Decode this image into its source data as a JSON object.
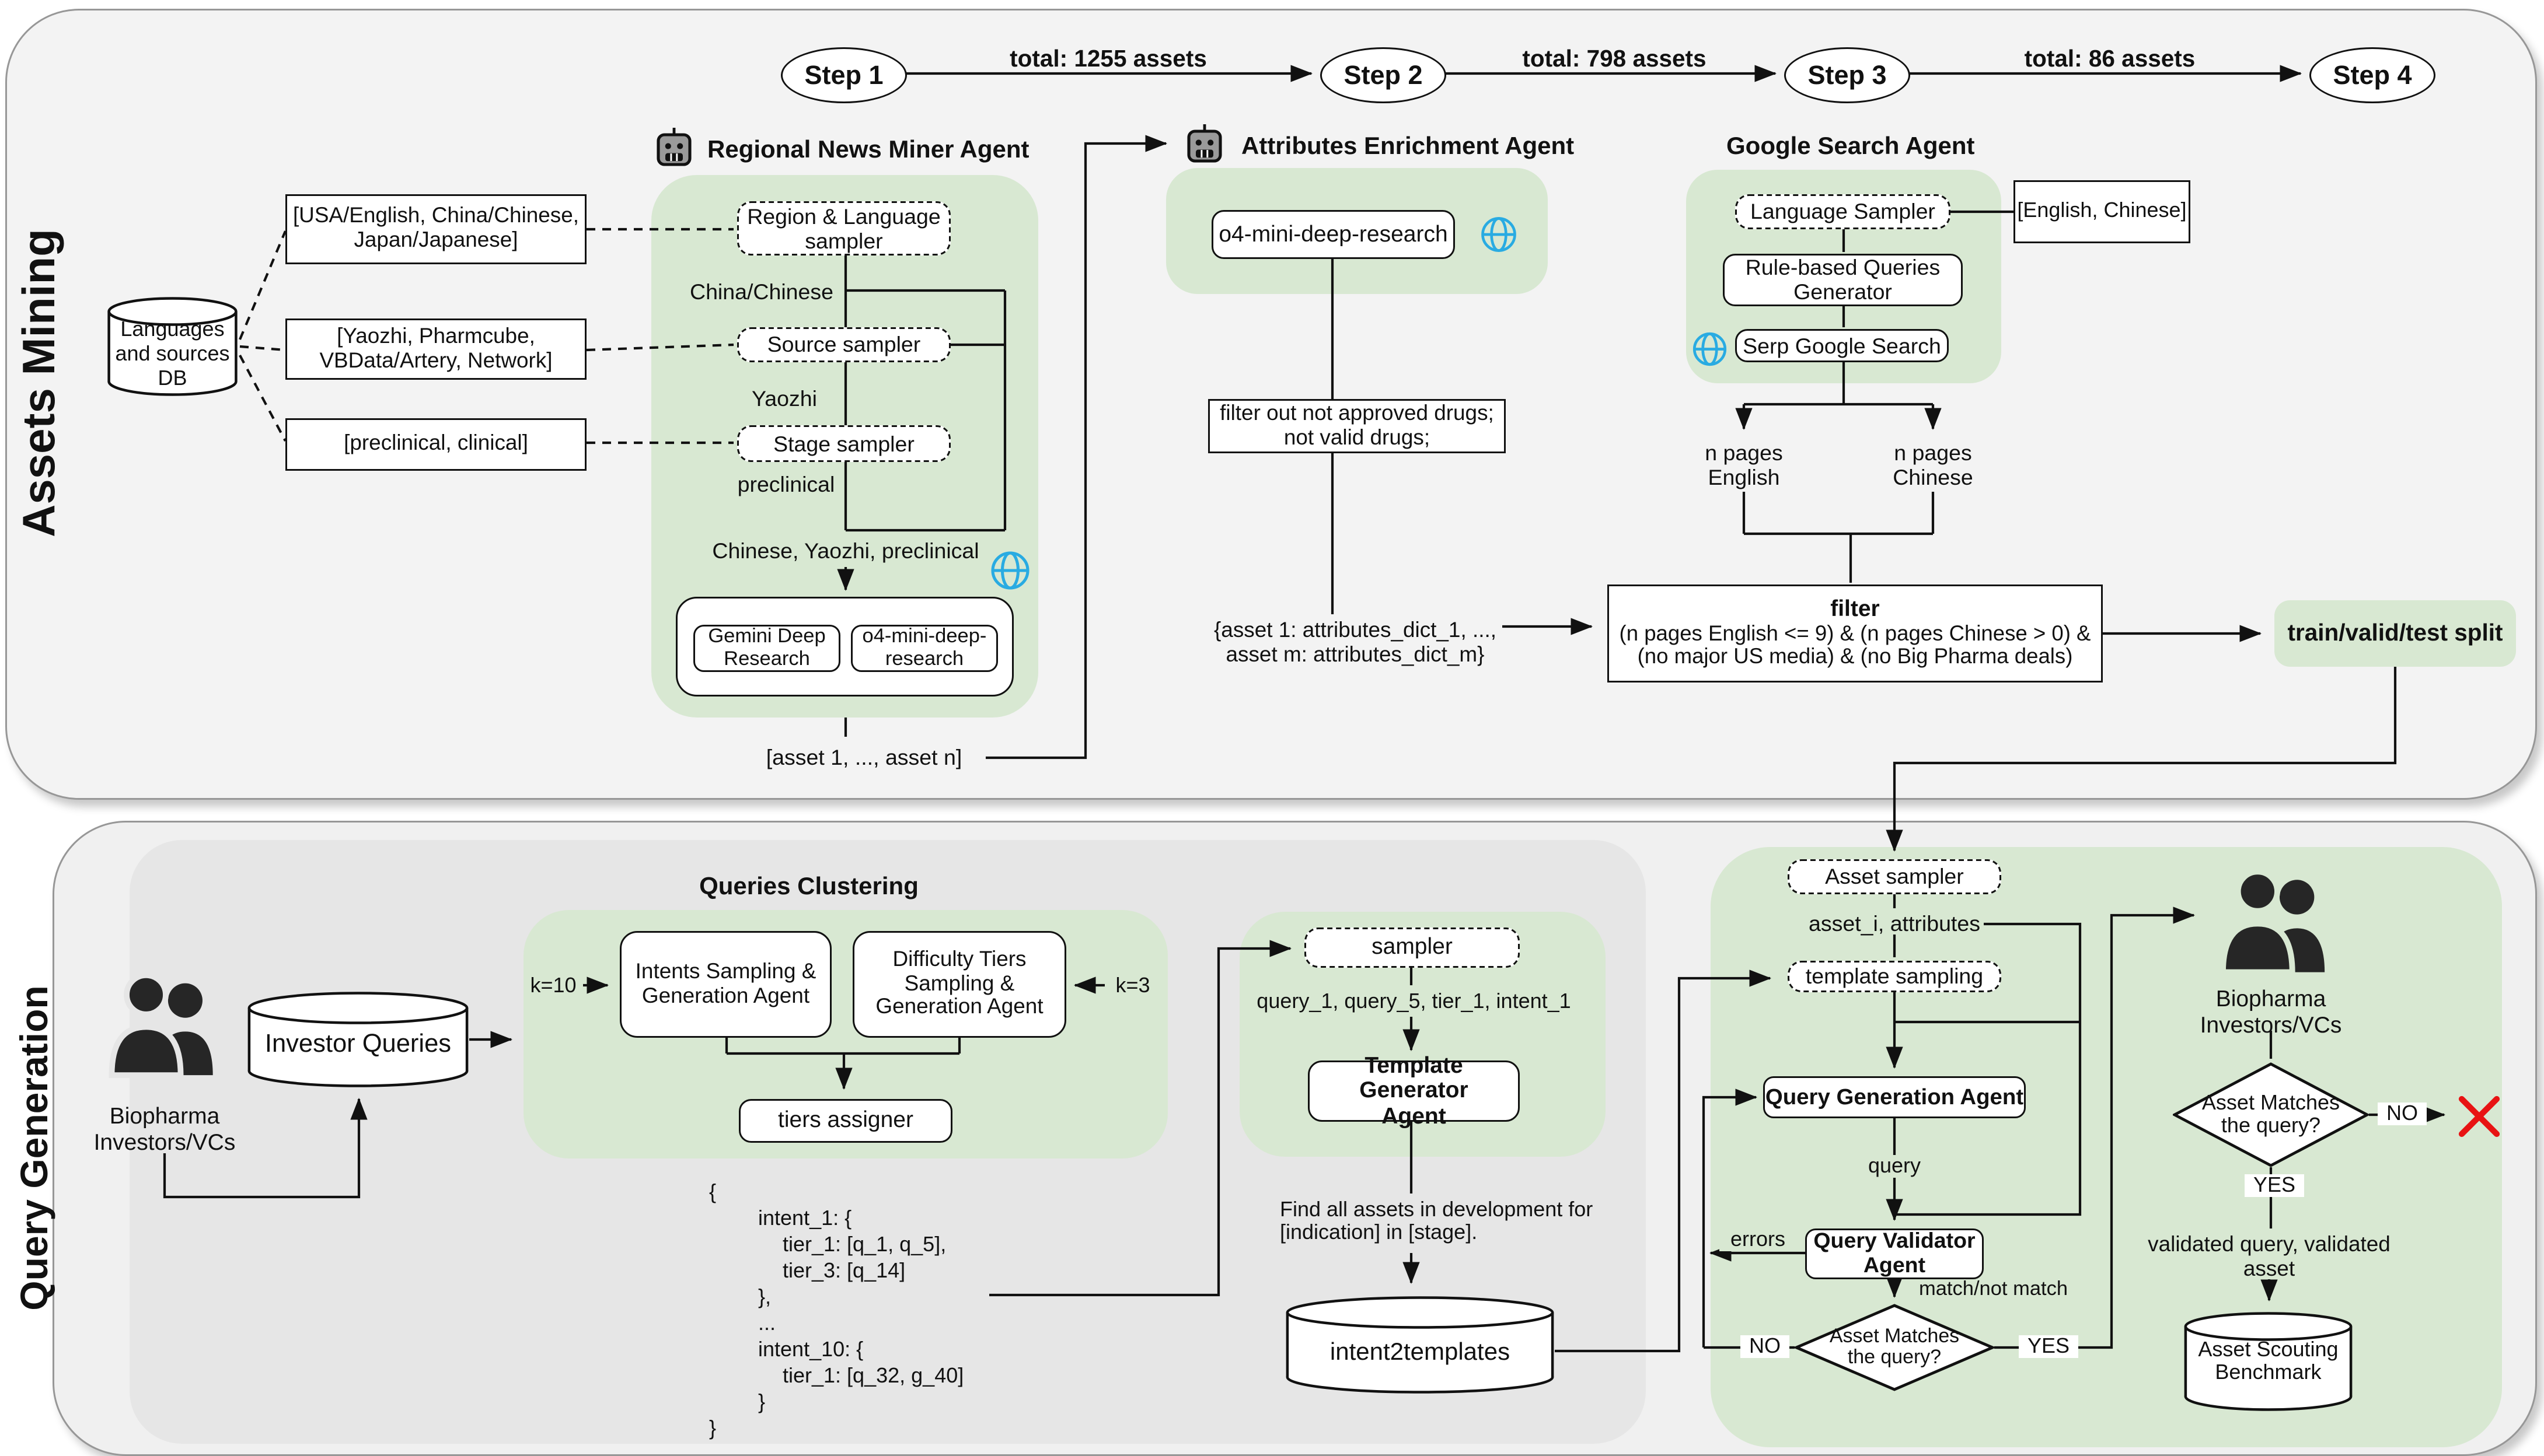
{
  "panel_labels": {
    "assets_mining": "Assets Mining",
    "query_generation": "Query Generation"
  },
  "steps": {
    "s1": "Step 1",
    "s2": "Step 2",
    "s3": "Step 3",
    "s4": "Step 4",
    "t12": "total: 1255 assets",
    "t23": "total: 798 assets",
    "t34": "total: 86  assets"
  },
  "regional": {
    "heading": "Regional News Miner Agent",
    "db": [
      "Languages",
      "and sources",
      "DB"
    ],
    "opt1": [
      "[USA/English, China/Chinese,",
      "Japan/Japanese]"
    ],
    "opt2": [
      "[Yaozhi, Pharmcube,",
      "VBData/Artery, Network]"
    ],
    "opt3": "[preclinical, clinical]",
    "sampler1": [
      "Region & Language",
      "sampler"
    ],
    "sampler2": "Source sampler",
    "sampler3": "Stage sampler",
    "pick1": "China/Chinese",
    "pick2": "Yaozhi",
    "pick3": "preclinical",
    "combined": "Chinese, Yaozhi, preclinical",
    "model1": [
      "Gemini Deep",
      "Research"
    ],
    "model2": [
      "o4-mini-deep-",
      "research"
    ],
    "output": "[asset 1, ..., asset n]"
  },
  "attributes": {
    "heading": "Attributes Enrichment Agent",
    "model": "o4-mini-deep-research",
    "note": [
      "filter out not approved drugs;",
      "not valid drugs;"
    ],
    "output": [
      "{asset 1: attributes_dict_1, ...,",
      "asset m: attributes_dict_m}"
    ]
  },
  "google": {
    "heading": "Google Search Agent",
    "language_sampler": "Language Sampler",
    "languages": "[English, Chinese]",
    "rule": [
      "Rule-based Queries",
      "Generator"
    ],
    "serp": "Serp Google Search",
    "pages_en": [
      "n pages",
      "English"
    ],
    "pages_zh": [
      "n pages",
      "Chinese"
    ],
    "filter_title": "filter",
    "filter_l1": "(n pages English <= 9) & (n pages Chinese > 0) &",
    "filter_l2": "(no major US media) & (no Big Pharma deals)",
    "split": "train/valid/test split"
  },
  "clustering": {
    "heading": "Queries Clustering",
    "k10": "k=10",
    "k3": "k=3",
    "intents": [
      "Intents Sampling &",
      "Generation Agent"
    ],
    "difficulty": [
      "Difficulty Tiers",
      "Sampling &",
      "Generation Agent"
    ],
    "tiers": "tiers assigner",
    "investors": [
      "Biopharma",
      "Investors/VCs"
    ],
    "queries_db": "Investor Queries",
    "json": [
      "{",
      "intent_1: {",
      "tier_1: [q_1, q_5],",
      "tier_3: [q_14]",
      "},",
      "...",
      "intent_10: {",
      "tier_1: [q_32, g_40]",
      "}",
      "}"
    ]
  },
  "templates": {
    "sampler": "sampler",
    "sampled": "query_1, query_5, tier_1, intent_1",
    "generator": [
      "Template Generator",
      "Agent"
    ],
    "example": [
      "Find all assets in development for",
      "[indication] in [stage]."
    ],
    "db": "intent2templates"
  },
  "benchmark": {
    "asset_sampler": "Asset sampler",
    "asset_attrs": "asset_i, attributes",
    "template_sampling": "template sampling",
    "qga": "Query Generation Agent",
    "query": "query",
    "errors": "errors",
    "qva": [
      "Query Validator",
      "Agent"
    ],
    "match": "match/not match",
    "diamond": [
      "Asset Matches",
      "the query?"
    ],
    "no": "NO",
    "yes": "YES",
    "investors": [
      "Biopharma",
      "Investors/VCs"
    ],
    "validated": [
      "validated query, validated",
      "asset"
    ],
    "db": [
      "Asset Scouting",
      "Benchmark"
    ]
  },
  "colors": {
    "green": "#d8e8d2",
    "globe_blue": "#29abe2",
    "reject_red": "#e81313"
  }
}
